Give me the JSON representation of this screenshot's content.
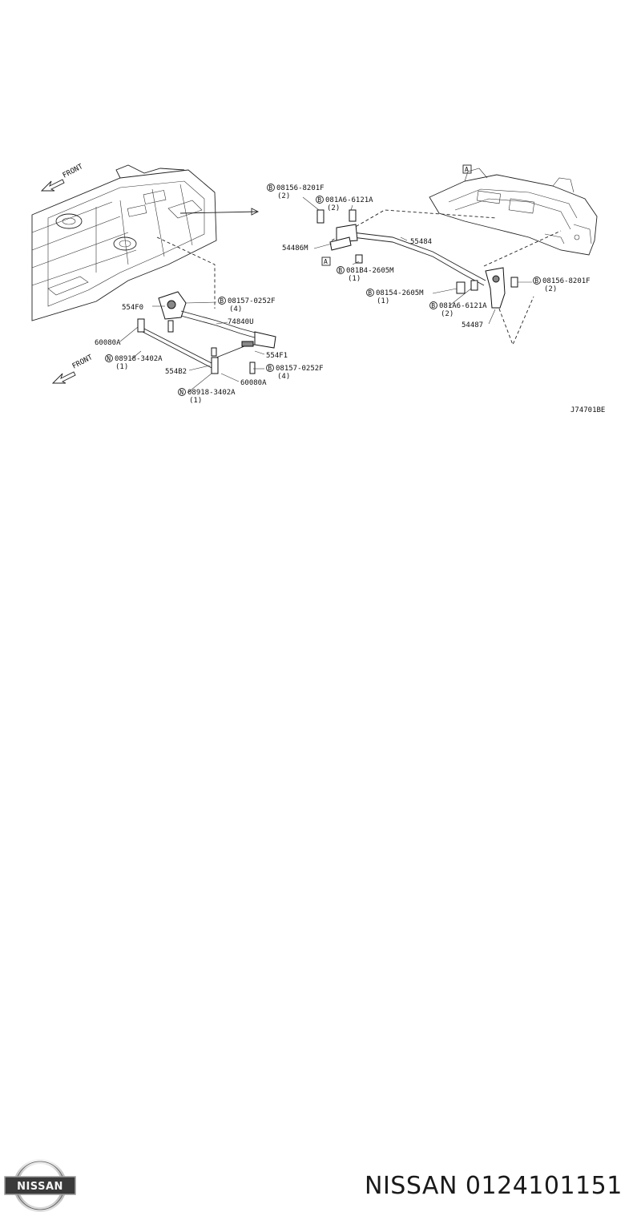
{
  "diagram": {
    "front_left_top": "FRONT",
    "front_left_bottom": "FRONT",
    "box_a_left": "A",
    "box_a_right": "A",
    "code": "J74701BE",
    "labels": {
      "b08156_8201f_top": "08156-8201F",
      "b08156_8201f_top_qty": "(2)",
      "b081a6_6121a_top": "081A6-6121A",
      "b081a6_6121a_top_qty": "(2)",
      "p54486m": "54486M",
      "b081b4_2605m_top": "081B4-2605M",
      "b081b4_2605m_top_qty": "(1)",
      "p55484": "55484",
      "b08154_2605m": "08154-2605M",
      "b08154_2605m_qty": "(1)",
      "b081a6_6121a_bot": "081A6-6121A",
      "b081a6_6121a_bot_qty": "(2)",
      "b08156_8201f_right": "08156-8201F",
      "b08156_8201f_right_qty": "(2)",
      "p54487": "54487",
      "p554f0": "554F0",
      "b08157_0252f_a": "08157-0252F",
      "b08157_0252f_a_qty": "(4)",
      "p74840u": "74840U",
      "p60080a_left": "60080A",
      "n08918_3402a_a": "08918-3402A",
      "n08918_3402a_a_qty": "(1)",
      "p554f1": "554F1",
      "p554b2": "554B2",
      "b08157_0252f_b": "08157-0252F",
      "b08157_0252f_b_qty": "(4)",
      "p60080a_right": "60080A",
      "n08918_3402a_b": "08918-3402A",
      "n08918_3402a_b_qty": "(1)"
    },
    "markers": {
      "bolt": "B",
      "nut": "N"
    }
  },
  "footer": {
    "logo_text": "NISSAN",
    "part_line": "NISSAN 0124101151"
  }
}
